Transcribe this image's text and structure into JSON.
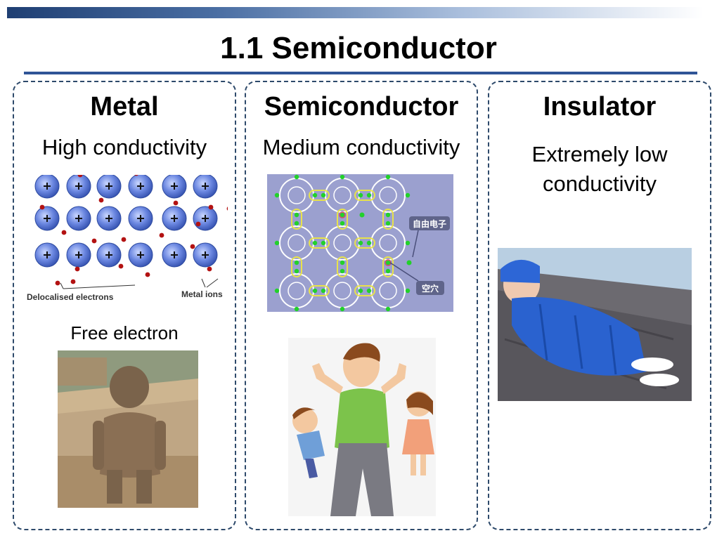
{
  "slide": {
    "title": "1.1 Semiconductor"
  },
  "panels": {
    "metal": {
      "title": "Metal",
      "description": "High conductivity",
      "diagram_labels": {
        "electrons": "Delocalised electrons",
        "ions": "Metal ions"
      },
      "caption": "Free electron"
    },
    "semiconductor": {
      "title": "Semiconductor",
      "description": "Medium conductivity",
      "diagram_labels": {
        "free_electron": "自由电子",
        "hole": "空穴"
      }
    },
    "insulator": {
      "title": "Insulator",
      "description_lines": [
        "Extremely low",
        "conductivity"
      ]
    }
  },
  "colors": {
    "accent": "#2f5496",
    "border": "#2e4a6b",
    "lattice_bg": "#9ba0cf",
    "electron": "#22d12a",
    "ion": "#5b78d6"
  }
}
